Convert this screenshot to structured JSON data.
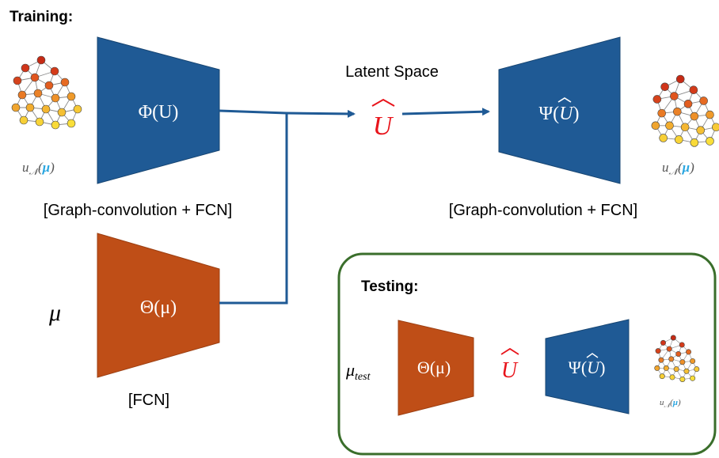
{
  "training": {
    "heading": "Training:",
    "input_label": "u",
    "input_sub": "𝒩",
    "input_arg": "μ",
    "mu_label": "μ",
    "encoder_phi": {
      "label": "Φ(U)"
    },
    "phi_caption": "[Graph-convolution + FCN]",
    "encoder_theta": {
      "label": "Θ(μ)"
    },
    "theta_caption": "[FCN]",
    "latent_title": "Latent Space",
    "latent_symbol": "U",
    "decoder_psi": {
      "label_prefix": "Ψ(",
      "label_symbol": "U",
      "label_suffix": ")"
    },
    "psi_caption": "[Graph-convolution + FCN]",
    "output_label": "u",
    "output_sub": "𝒩",
    "output_arg": "μ"
  },
  "testing": {
    "heading": "Testing:",
    "mu_label": "μ",
    "mu_subscript": "test",
    "theta_label": "Θ(μ)",
    "latent_symbol": "U",
    "psi_label_prefix": "Ψ(",
    "psi_label_symbol": "U",
    "psi_label_suffix": ")",
    "output_label": "u",
    "output_sub": "𝒩",
    "output_arg": "μ"
  },
  "colors": {
    "blue": "#1f5a95",
    "blue_edge": "#174572",
    "orange": "#bf4e17",
    "orange_edge": "#9c3f12",
    "arrow": "#1f5a95",
    "latent": "#e8141b",
    "mu_blue": "#2aa6e0",
    "frame": "#3a6e2b"
  }
}
